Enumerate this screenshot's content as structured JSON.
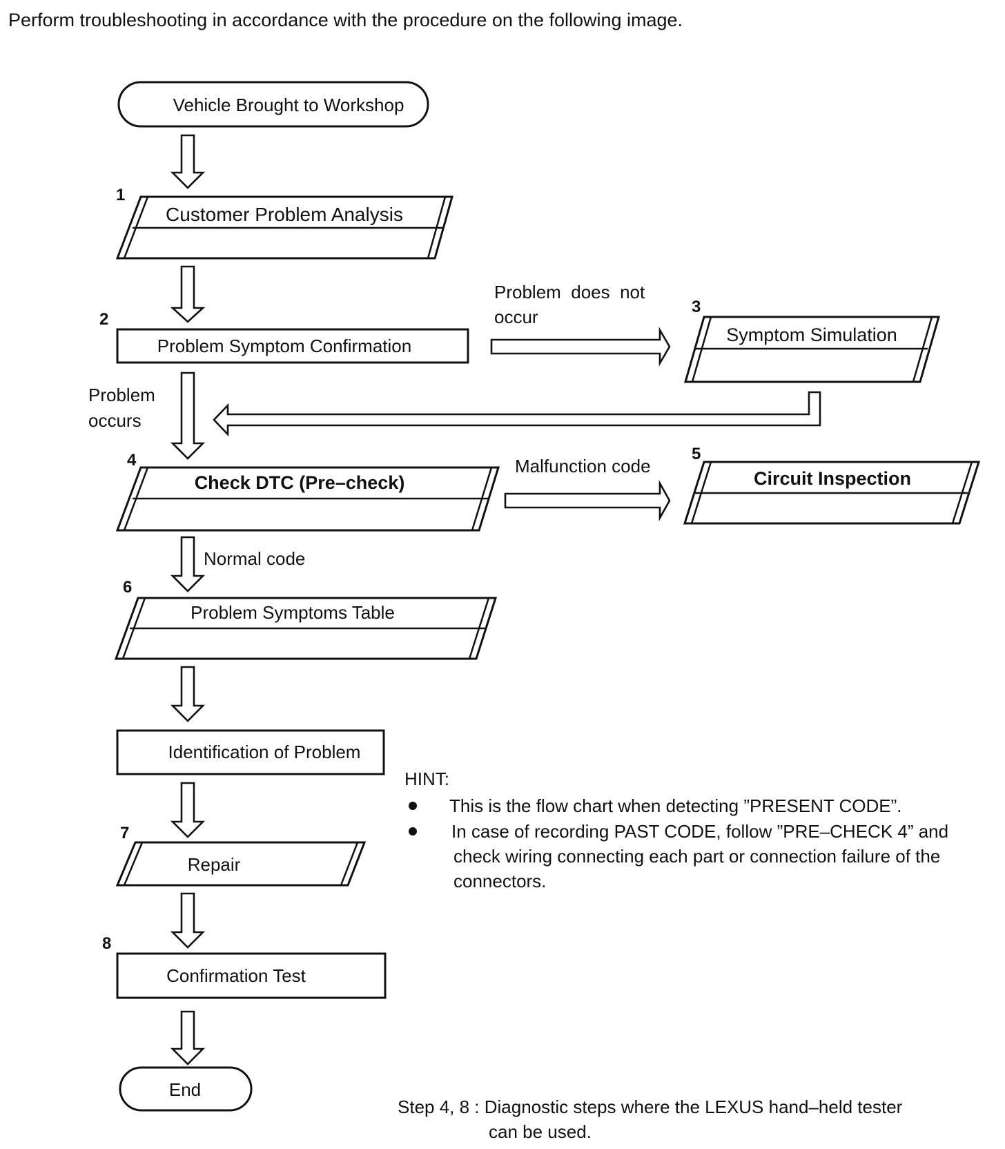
{
  "header": "Perform troubleshooting in accordance with the procedure on the following image.",
  "nodes": {
    "start": "Vehicle Brought to Workshop",
    "customer_analysis": {
      "num": "1",
      "label": "Customer Problem Analysis"
    },
    "symptom_confirmation": {
      "num": "2",
      "label": "Problem Symptom Confirmation"
    },
    "symptom_simulation": {
      "num": "3",
      "label": "Symptom Simulation"
    },
    "check_dtc": {
      "num": "4",
      "label": "Check DTC (Pre–check)"
    },
    "circuit_inspection": {
      "num": "5",
      "label": "Circuit Inspection"
    },
    "symptoms_table": {
      "num": "6",
      "label": "Problem Symptoms Table"
    },
    "identification": {
      "label": "Identification of Problem"
    },
    "repair": {
      "num": "7",
      "label": "Repair"
    },
    "confirmation_test": {
      "num": "8",
      "label": "Confirmation Test"
    },
    "end": "End"
  },
  "edge_labels": {
    "not_occur_line1": "Problem  does  not",
    "not_occur_line2": "occur",
    "occurs_line1": "Problem",
    "occurs_line2": "occurs",
    "malfunction": "Malfunction code",
    "normal": "Normal code"
  },
  "hint": {
    "title": "HINT:",
    "bullet1": "This is the flow chart when detecting ”PRESENT CODE”.",
    "bullet2_line1": "In case of recording PAST CODE, follow ”PRE–CHECK 4” and",
    "bullet2_line2": "check wiring connecting each part or connection failure of the",
    "bullet2_line3": "connectors."
  },
  "footer": {
    "line1": "Step 4, 8 : Diagnostic steps where the LEXUS hand–held tester",
    "line2": "can be used."
  }
}
